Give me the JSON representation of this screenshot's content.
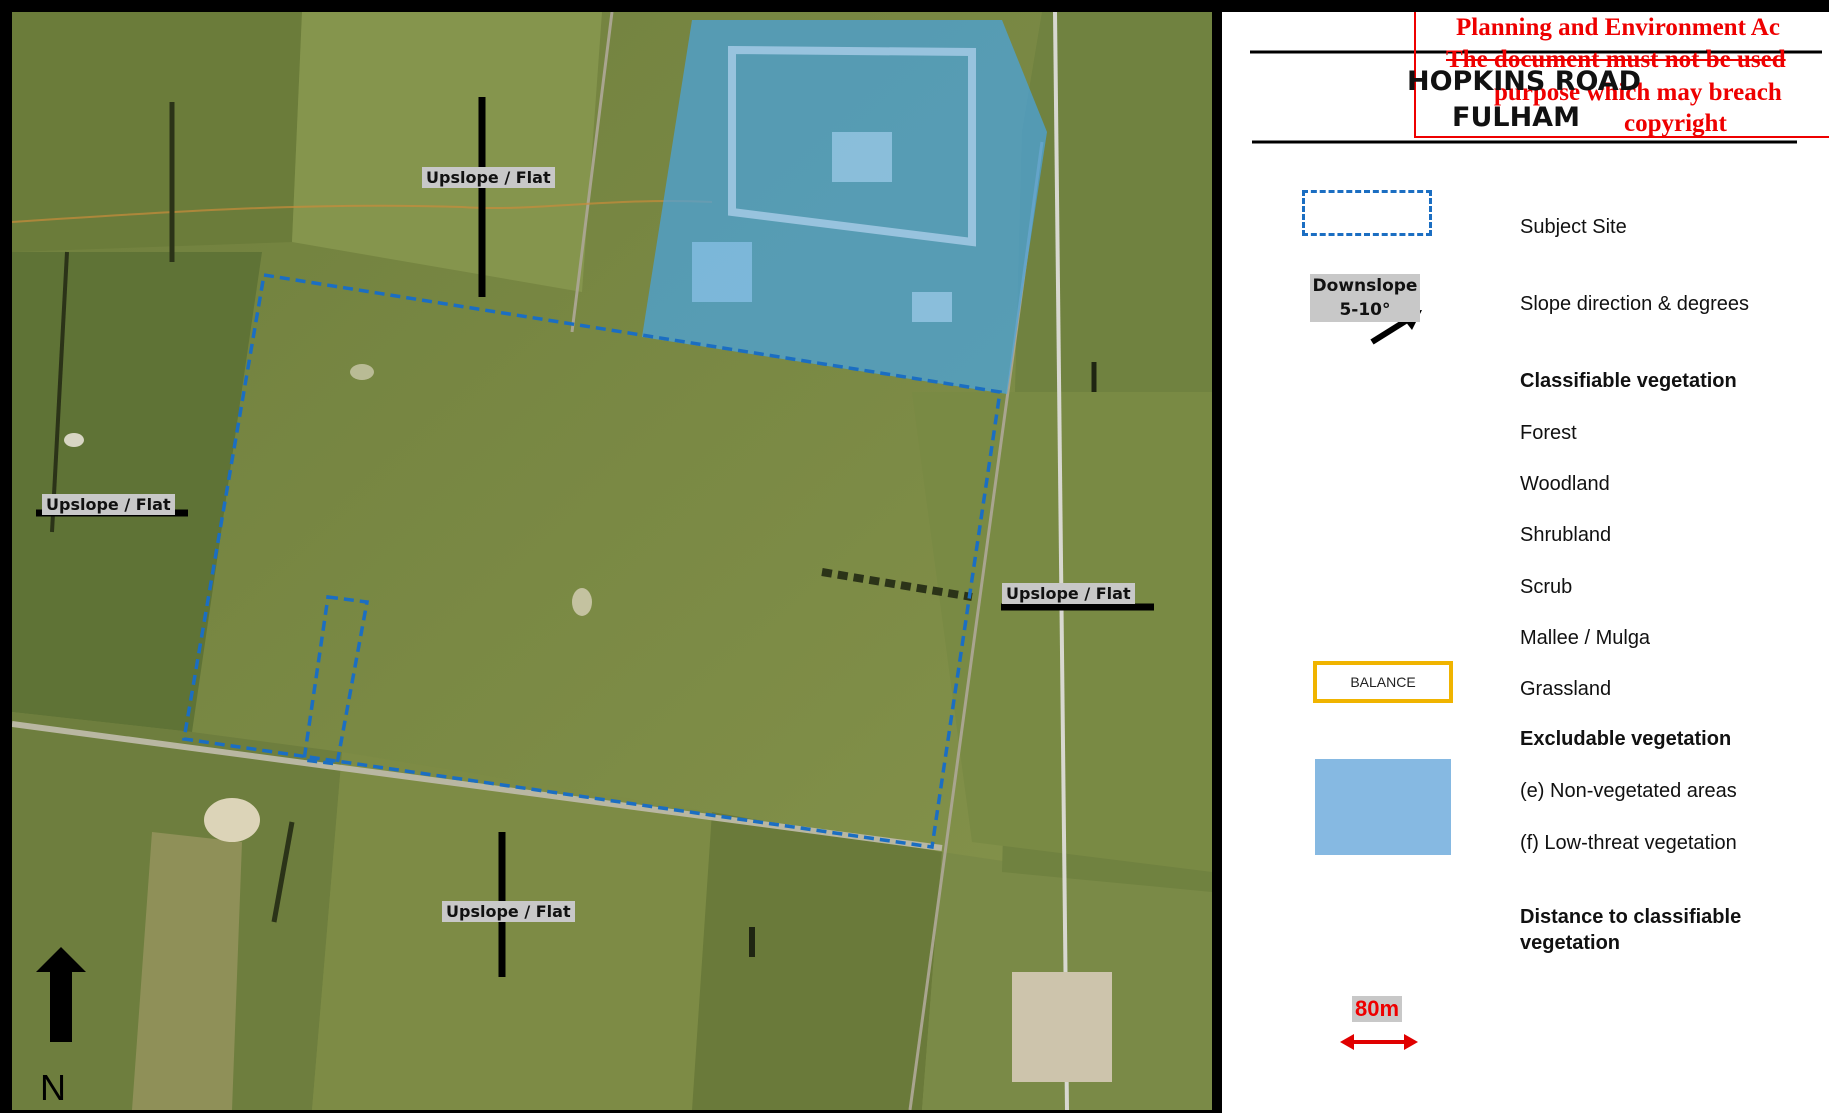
{
  "map": {
    "slope_labels": {
      "north": "Upslope / Flat",
      "west": "Upslope / Flat",
      "east": "Upslope / Flat",
      "south": "Upslope / Flat"
    },
    "north_label": "N",
    "colors": {
      "site_boundary": "#1b6ec2",
      "excludable_fill": "#4aa3df",
      "grass": "#7e8d46",
      "slope_bar": "#000000"
    }
  },
  "legend": {
    "title_line1": "HOPKINS ROAD",
    "title_line2": "FULHAM",
    "stamp": {
      "line1": "Planning and Environment Ac",
      "line2": "The document must not be used",
      "line3": "purpose which may breach",
      "line4": "copyright"
    },
    "subject_site": "Subject Site",
    "downslope_line1": "Downslope",
    "downslope_line2": "5-10°",
    "slope_direction": "Slope direction & degrees",
    "classifiable_header": "Classifiable vegetation",
    "forest": "Forest",
    "woodland": "Woodland",
    "shrubland": "Shrubland",
    "scrub": "Scrub",
    "mallee": "Mallee / Mulga",
    "grassland_swatch": "BALANCE",
    "grassland": "Grassland",
    "excludable_header": "Excludable vegetation",
    "non_vegetated": "(e) Non-vegetated areas",
    "low_threat": "(f) Low-threat vegetation",
    "distance_line1": "Distance to classifiable",
    "distance_line2": "vegetation",
    "distance_value": "80m",
    "colors": {
      "stamp": "#e00000",
      "grassland_border": "#f0b400",
      "non_vegetated_fill": "#86b9e2",
      "distance_arrow": "#e00000"
    }
  }
}
